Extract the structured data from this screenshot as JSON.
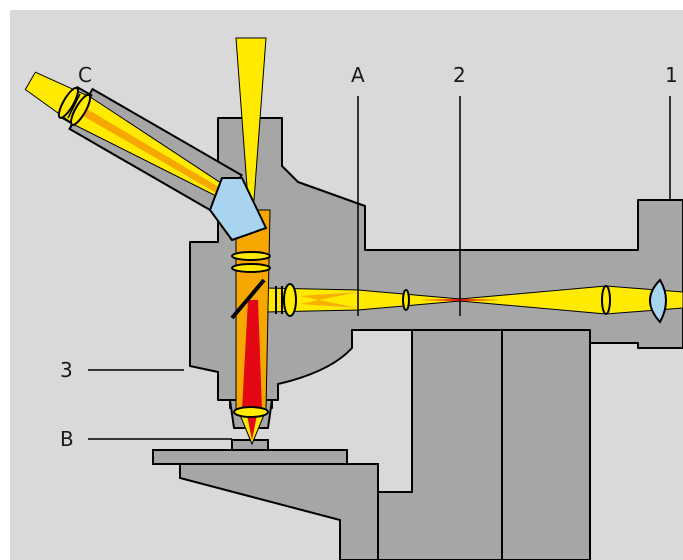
{
  "labels": {
    "a": "A",
    "b": "B",
    "c": "C",
    "n1": "1",
    "n2": "2",
    "n3": "3"
  },
  "colors": {
    "background": "#d9d9d9",
    "housing": "#a6a6a6",
    "outline": "#000000",
    "beam_yellow": "#ffea00",
    "beam_orange": "#f6a800",
    "beam_red": "#e30613",
    "prism_blue": "#a9d4f0"
  }
}
